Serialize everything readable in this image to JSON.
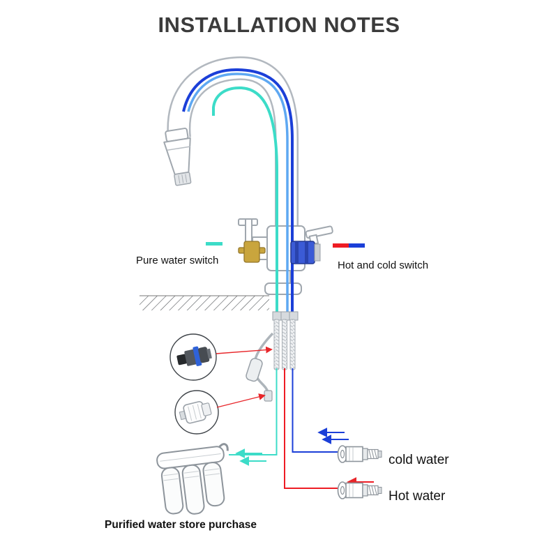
{
  "title": "INSTALLATION NOTES",
  "labels": {
    "pure_water_switch": "Pure water switch",
    "hot_and_cold_switch": "Hot and cold switch",
    "cold_water": "cold water",
    "hot_water": "Hot water",
    "purified_water": "Purified water store purchase"
  },
  "colors": {
    "pure": "#3cdcc8",
    "hot": "#ee1c24",
    "cold": "#1b3fd8",
    "cold_light": "#5ea8f2",
    "callout": "#e8262a",
    "outline": "#a6adb4"
  },
  "figures": {
    "faucet": "pull-down-kitchen-faucet",
    "connector_detail": "quick-connect-fitting",
    "filter_fitting_detail": "filter-outlet-fitting",
    "cold_fitting": "cold-water-supply-adapter",
    "hot_fitting": "hot-water-supply-adapter",
    "filter_system": "under-sink-water-filter"
  }
}
